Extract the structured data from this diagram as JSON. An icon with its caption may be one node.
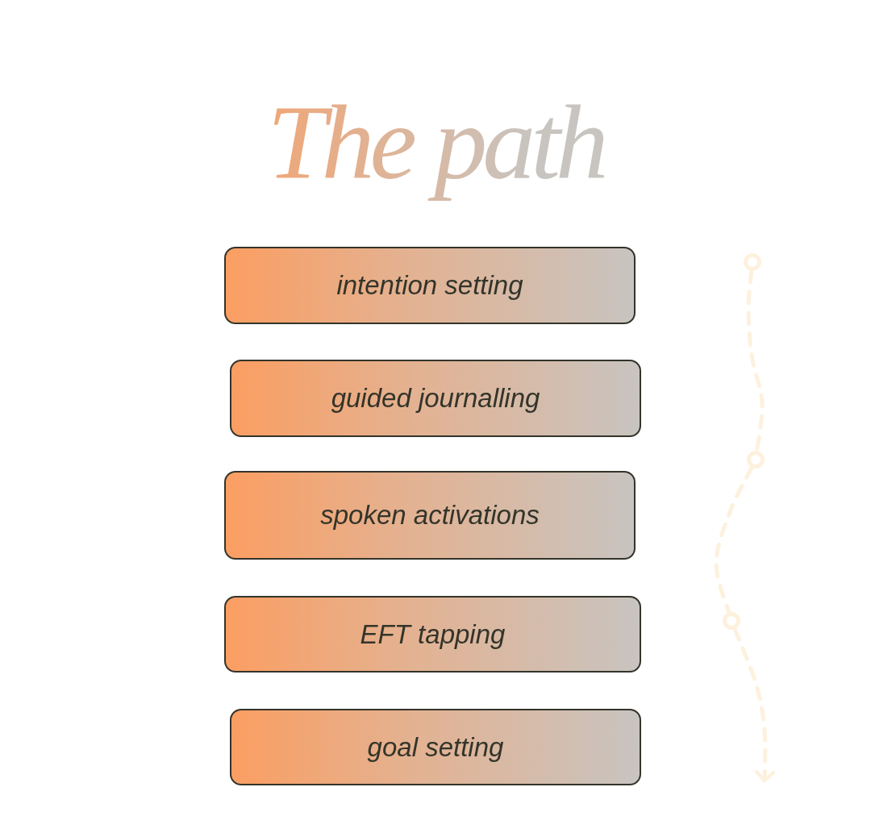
{
  "diagram": {
    "title": "The path",
    "nodes": [
      {
        "text": [
          "intention setting"
        ]
      },
      {
        "text": [
          "guided journalling"
        ]
      },
      {
        "text": [
          "spoken activations"
        ]
      },
      {
        "text": [
          "EFT tapping"
        ]
      },
      {
        "text": [
          "goal setting"
        ]
      },
      {
        "text": [],
        "shape": "circle"
      },
      {
        "text": [],
        "shape": "circle"
      },
      {
        "text": [],
        "shape": "circle"
      }
    ],
    "edges": [
      {
        "from": 5,
        "to": 6,
        "arrow": "none",
        "style": "dashed"
      },
      {
        "from": 6,
        "to": 7,
        "arrow": "none",
        "style": "dashed"
      },
      {
        "from": 7,
        "to": null,
        "arrow": "to",
        "style": "dashed"
      }
    ]
  }
}
